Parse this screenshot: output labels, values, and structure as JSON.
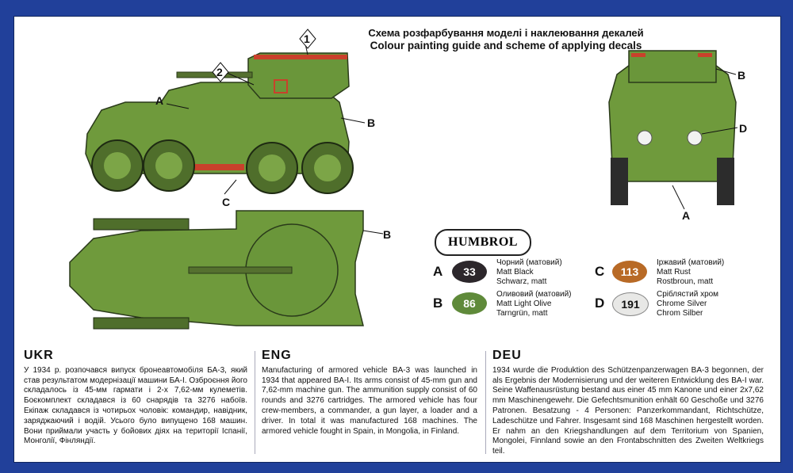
{
  "heading": {
    "ukr": "Схема розфарбування моделі і наклеювання декалей",
    "eng": "Colour painting guide and scheme of applying decals"
  },
  "callouts": {
    "a": "A",
    "b": "B",
    "c": "C",
    "d": "D",
    "one": "1",
    "two": "2"
  },
  "humbrol": "HUMBROL",
  "paints": [
    {
      "letter": "A",
      "code": "33",
      "color": "#2c272b",
      "text_color": "#ffffff",
      "ukr": "Чорний (матовий)",
      "eng": "Matt Black",
      "deu": "Schwarz, matt"
    },
    {
      "letter": "B",
      "code": "86",
      "color": "#5f8a3a",
      "text_color": "#ffffff",
      "ukr": "Оливовий (матовий)",
      "eng": "Matt Light Olive",
      "deu": "Tarngrün, matt"
    },
    {
      "letter": "C",
      "code": "113",
      "color": "#b86a26",
      "text_color": "#ffffff",
      "ukr": "Іржавий (матовий)",
      "eng": "Matt Rust",
      "deu": "Rostbroun, matt"
    },
    {
      "letter": "D",
      "code": "191",
      "color": "#e8e8e6",
      "text_color": "#111111",
      "ukr": "Сріблястий хром",
      "eng": "Chrome Silver",
      "deu": "Chrom Silber"
    }
  ],
  "sections": {
    "ukr": {
      "title": "UKR",
      "body": "У 1934 р. розпочався випуск бронеавтомобіля БА-3, який став результатом модернізації машини БА-І. Озброєння його складалось із 45-мм гармати і 2-х 7,62-мм кулеметів. Боєкомплект складався із 60 снарядів та 3276 набоїв. Екіпаж складався із чотирьох чоловік: командир, навідник, заряджаючий і водій. Усього було випущено 168 машин. Вони приймали участь у бойових діях на території Іспанії, Монголії, Фінляндії."
    },
    "eng": {
      "title": "ENG",
      "body": "Manufacturing of armored vehicle BA-3 was launched in 1934 that appeared BA-I. Its arms consist of 45-mm gun and 7,62-mm machine gun. The ammunition supply consist of 60 rounds and 3276 cartridges. The armored vehicle has four crew-members, a commander, a gun layer, a loader and a driver. In total it was manufactured 168 machines. The armored vehicle fought in Spain, in Mongolia, in Finland."
    },
    "deu": {
      "title": "DEU",
      "body": "1934 wurde die Produktion des Schützenpanzerwagen BA-3 begonnen, der als Ergebnis der Modernisierung und der weiteren Entwicklung des BA-I war. Seine Waffenausrüstung bestand aus einer 45 mm Kanone und einer 2x7,62 mm Maschinengewehr. Die Gefechtsmunition enhält 60 Geschoße und 3276 Patronen. Besatzung - 4 Personen: Panzerkommandant, Richtschütze, Ladeschütze und Fahrer. Insgesamt sind 168 Maschinen hergestellt worden. Er nahm an den Kriegshandlungen auf dem Territorium von Spanien, Mongolei, Finnland sowie an den Frontabschnitten des Zweiten Weltkriegs teil."
    }
  }
}
